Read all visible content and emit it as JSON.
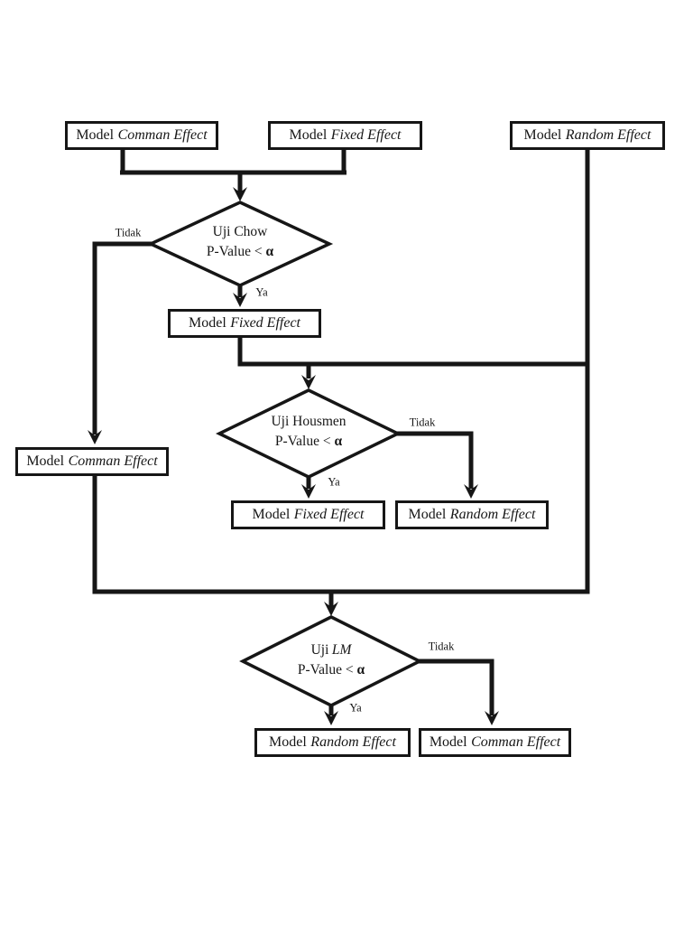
{
  "document": {
    "background": "#ffffff",
    "ink": "#161616"
  },
  "flowchart": {
    "edge_labels": {
      "yes": "Ya",
      "no": "Tidak"
    },
    "boxes": {
      "top_common": {
        "prefix": "Model",
        "name": "Comman Effect"
      },
      "top_fixed": {
        "prefix": "Model",
        "name": "Fixed Effect"
      },
      "top_random": {
        "prefix": "Model",
        "name": "Random Effect"
      },
      "chow_fixed": {
        "prefix": "Model",
        "name": "Fixed Effect"
      },
      "chow_common": {
        "prefix": "Model",
        "name": "Comman Effect"
      },
      "hausman_fixed": {
        "prefix": "Model",
        "name": "Fixed Effect"
      },
      "hausman_random": {
        "prefix": "Model",
        "name": "Random Effect"
      },
      "lm_random": {
        "prefix": "Model",
        "name": "Random Effect"
      },
      "lm_common": {
        "prefix": "Model",
        "name": "Comman Effect"
      }
    },
    "decisions": {
      "chow": {
        "title": "Uji Chow",
        "condition": "P-Value <",
        "alpha": "α"
      },
      "hausman": {
        "title": "Uji Housmen",
        "condition": "P-Value <",
        "alpha": "α"
      },
      "lm": {
        "title_prefix": "Uji",
        "title_em": "LM",
        "condition": "P-Value <",
        "alpha": "α"
      }
    }
  }
}
